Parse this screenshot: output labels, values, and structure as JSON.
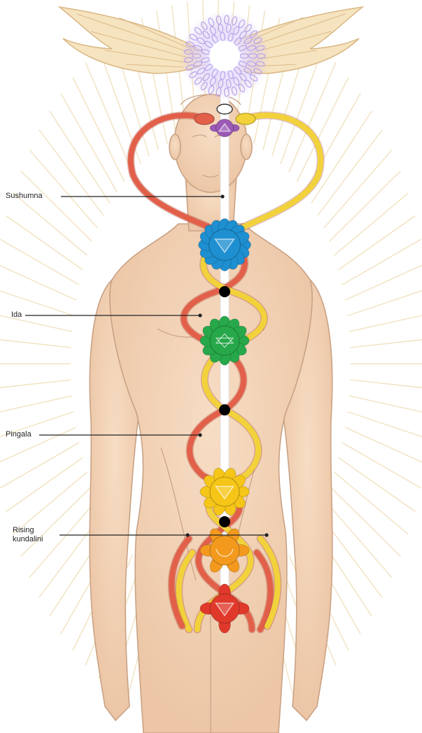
{
  "labels": {
    "sushumna": "Sushumna",
    "ida": "Ida",
    "pingala": "Pingala",
    "rising_kundalini": "Rising\nkundalini"
  },
  "chakras": [
    {
      "name": "crown",
      "color": "#c9b7f0"
    },
    {
      "name": "third-eye",
      "color": "#9b59b6"
    },
    {
      "name": "throat",
      "color": "#1e8fd0"
    },
    {
      "name": "heart",
      "color": "#27a84a"
    },
    {
      "name": "solar-plexus",
      "color": "#f5c518"
    },
    {
      "name": "sacral",
      "color": "#f39a1e"
    },
    {
      "name": "root",
      "color": "#e0392b"
    }
  ],
  "colors": {
    "ida": "#f2d23a",
    "pingala": "#e2604a",
    "sushumna": "#ffffff",
    "skin": "#f3d4b6",
    "skin_outline": "#c9a285",
    "rays": "#f1e2bf"
  }
}
